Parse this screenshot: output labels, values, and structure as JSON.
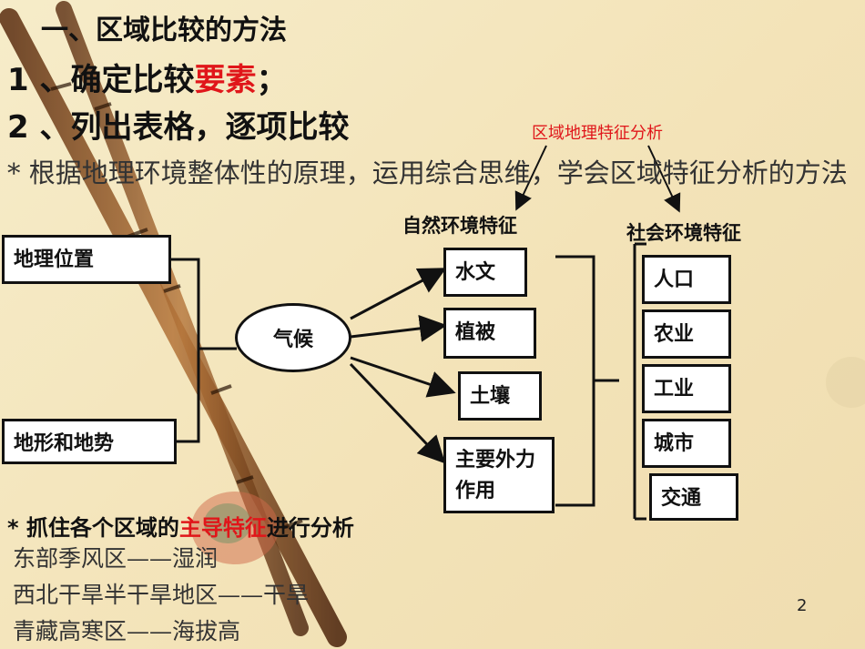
{
  "heading": "一、区域比较的方法",
  "step1": {
    "prefix": "1 、确定比较",
    "highlight": "要素",
    "suffix": "；"
  },
  "step2": "2 、列出表格，逐项比较",
  "note": "* 根据地理环境整体性的原理，运用综合思维，学会区域特征分析的方法",
  "annotation": "区域地理特征分析",
  "natural_label": "自然环境特征",
  "social_label": "社会环境特征",
  "left_boxes": [
    "地理位置",
    "地形和地势"
  ],
  "climate": "气候",
  "natural_boxes": [
    "水文",
    "植被",
    "土壤",
    "主要外力作用"
  ],
  "social_boxes": [
    "人口",
    "农业",
    "工业",
    "城市",
    "交通"
  ],
  "bottom_heading": {
    "prefix": "* 抓住各个区域的",
    "highlight": "主导特征",
    "suffix": "进行分析"
  },
  "bottom_lines": [
    "东部季风区——湿润",
    "西北干旱半干旱地区——干旱",
    "青藏高寒区——海拔高"
  ],
  "page_number": "2",
  "colors": {
    "highlight": "#e0161a",
    "text": "#111111",
    "background": "#f5e8c2"
  }
}
